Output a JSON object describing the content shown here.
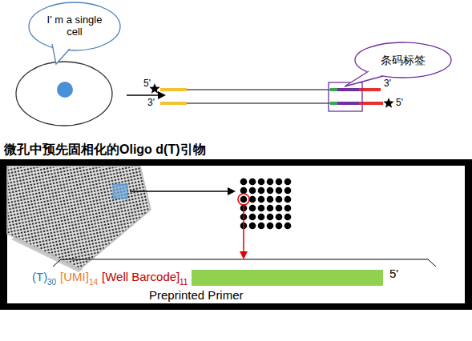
{
  "diagram": {
    "nodes": [
      {
        "text": [
          "I' m a single cell"
        ]
      },
      {
        "text": [
          "条码标签"
        ]
      }
    ],
    "labels": [
      "5'",
      "3'",
      "3'",
      "5'",
      "微孔中预先固相化的Oligo d(T)引物",
      "(T)",
      "30",
      "[UMI]",
      "14",
      "[Well Barcode]",
      "11",
      "5'",
      "Preprinted Primer"
    ]
  }
}
